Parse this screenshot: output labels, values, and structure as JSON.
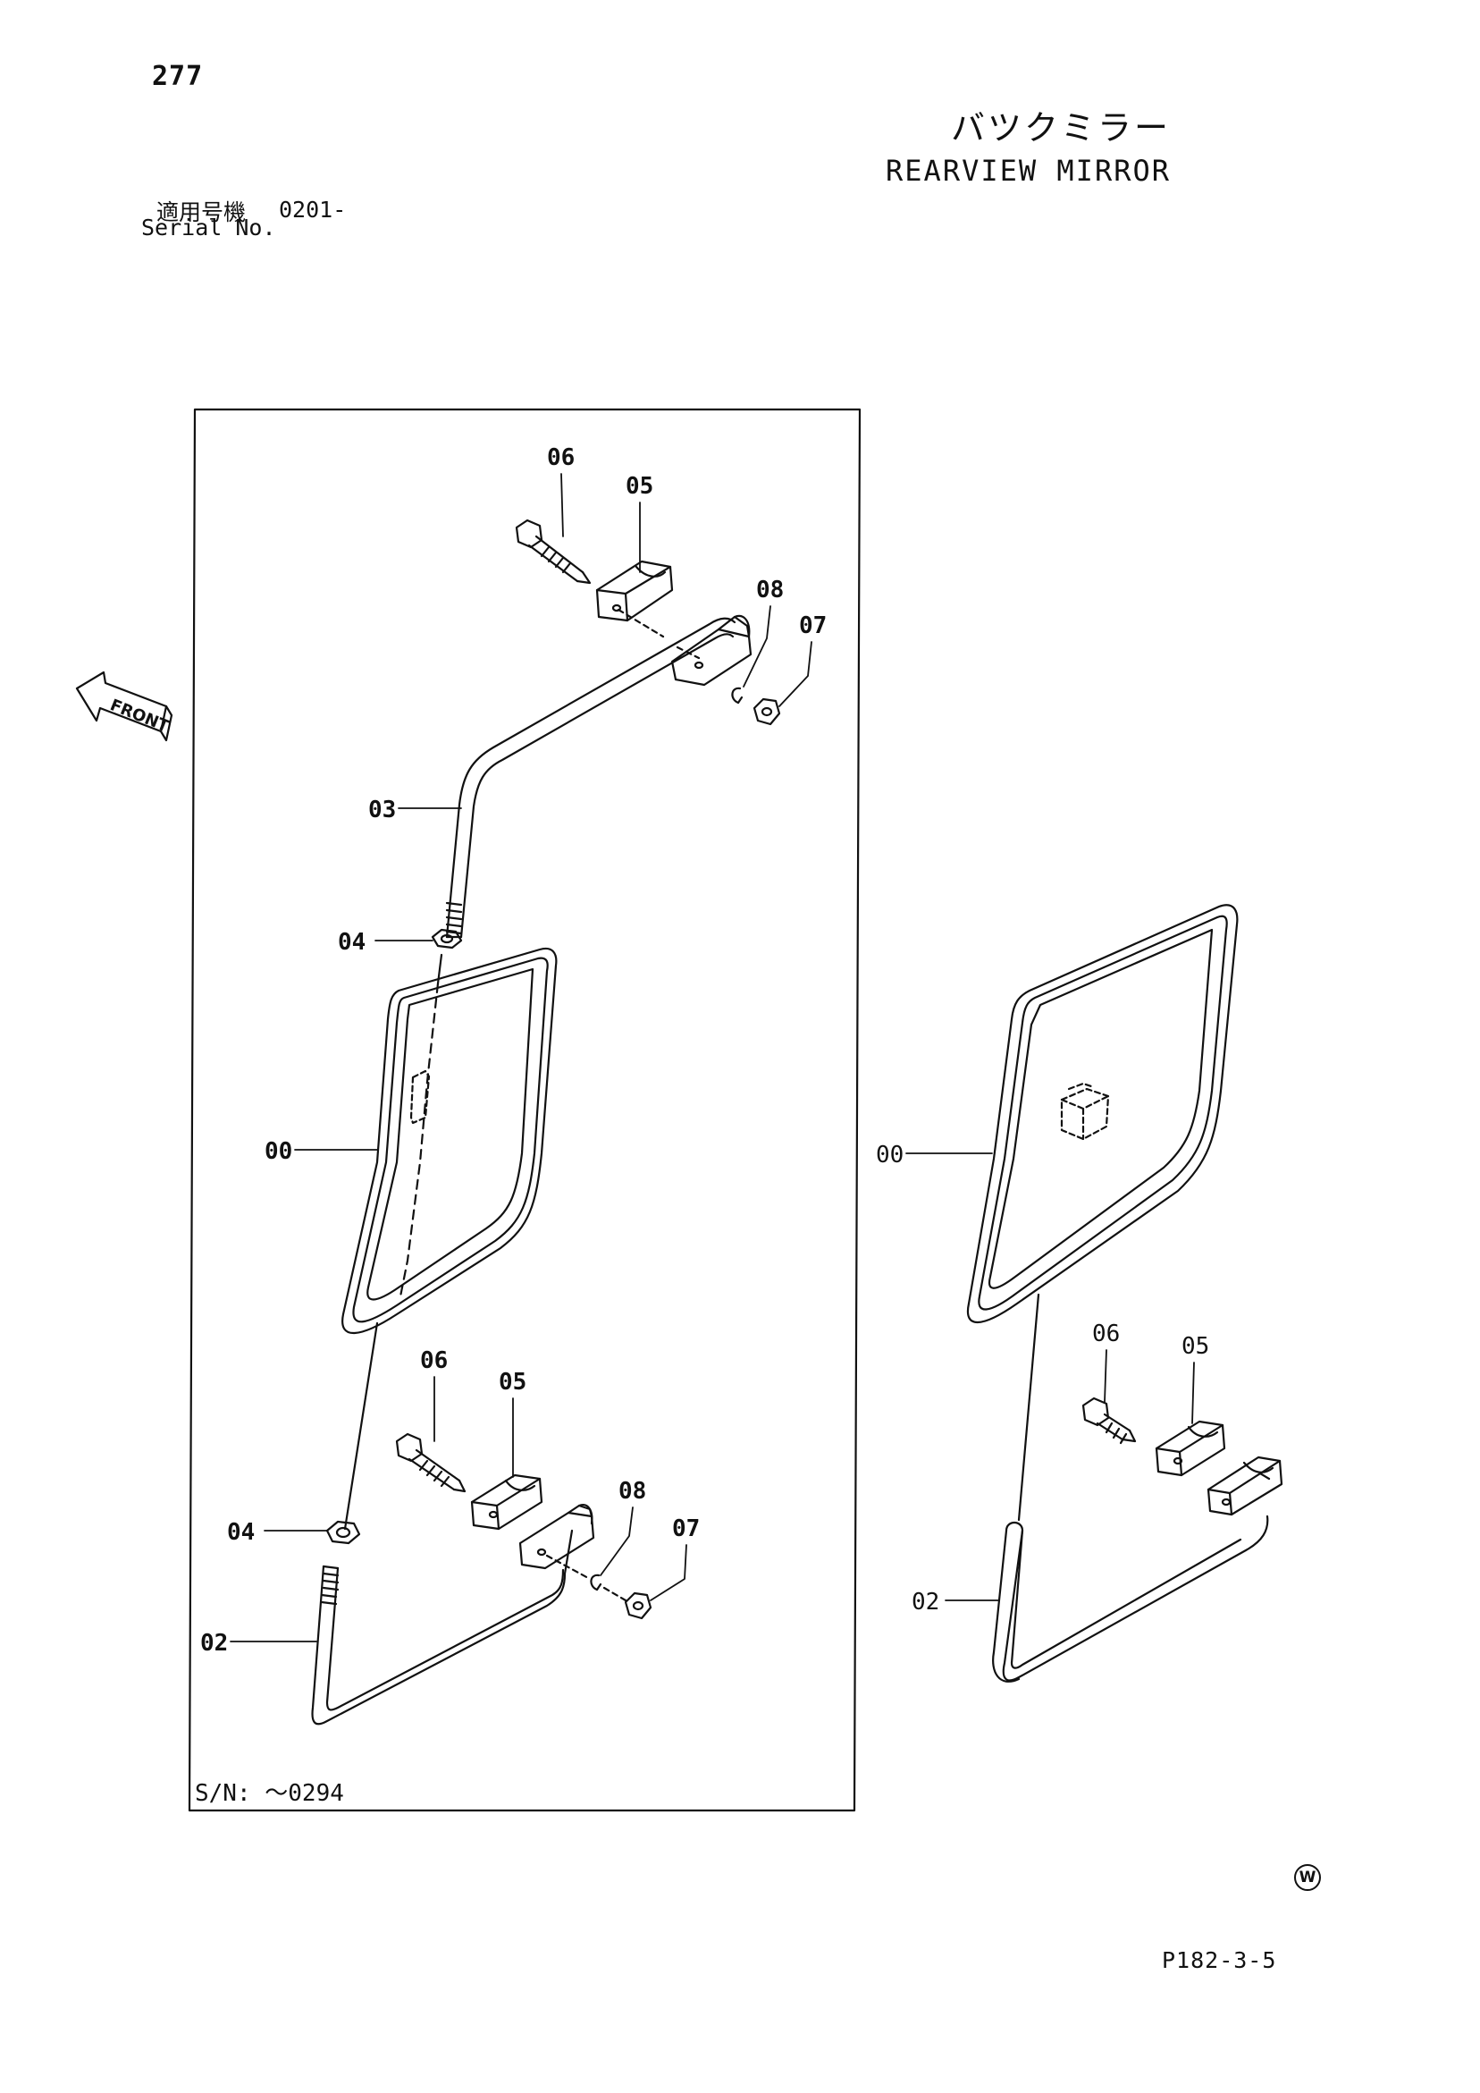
{
  "page_number": "277",
  "title_ja": "バツクミラー",
  "title_en": "REARVIEW MIRROR",
  "serial": {
    "label_ja": "適用号機",
    "value": "0201-",
    "label_en": "Serial No."
  },
  "front_marker": "FRONT",
  "sn_note": "S/N: ～0294",
  "drawing_code": "P182-3-5",
  "watermark_symbol": "W",
  "left_assembly_callouts": {
    "bracket_bolt": "06",
    "bracket_clamp": "05",
    "washer": "08",
    "nut": "07",
    "upper_stay": "03",
    "stay_nut": "04",
    "mirror": "00",
    "lower_bolt": "06",
    "lower_clamp": "05",
    "lower_nut_stay": "04",
    "lower_washer": "08",
    "lower_nut": "07",
    "lower_stay": "02"
  },
  "right_assembly_callouts": {
    "mirror": "00",
    "bolt": "06",
    "clamp": "05",
    "stay": "02"
  }
}
